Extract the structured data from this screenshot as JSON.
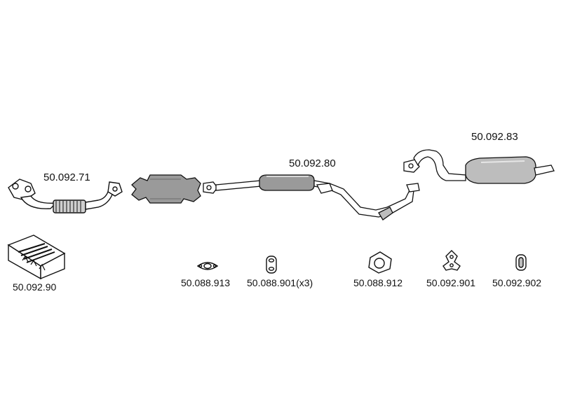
{
  "colors": {
    "outline": "#111111",
    "pipe_fill": "#ffffff",
    "catalyst_fill": "#9a9a9a",
    "shade_fill": "#bdbdbd",
    "label": "#111111"
  },
  "parts": {
    "front_pipe": {
      "code": "50.092.71",
      "icon": "front-pipe-flexible-icon"
    },
    "catalyst": {
      "icon": "catalytic-converter-icon"
    },
    "middle_silencer": {
      "code": "50.092.80",
      "icon": "middle-silencer-pipe-icon"
    },
    "rear_silencer": {
      "code": "50.092.83",
      "icon": "rear-silencer-icon"
    },
    "mounting_kit": {
      "code": "50.092.90",
      "icon": "mounting-kit-box-icon"
    },
    "gasket_oval": {
      "code": "50.088.913",
      "icon": "oval-gasket-icon"
    },
    "rubber_hanger": {
      "code": "50.088.901(x3)",
      "icon": "rubber-hanger-icon"
    },
    "gasket_triangle": {
      "code": "50.088.912",
      "icon": "triangular-gasket-icon"
    },
    "hanger_a": {
      "code": "50.092.901",
      "icon": "hanger-bracket-icon"
    },
    "hanger_b": {
      "code": "50.092.902",
      "icon": "rubber-mount-icon"
    }
  }
}
